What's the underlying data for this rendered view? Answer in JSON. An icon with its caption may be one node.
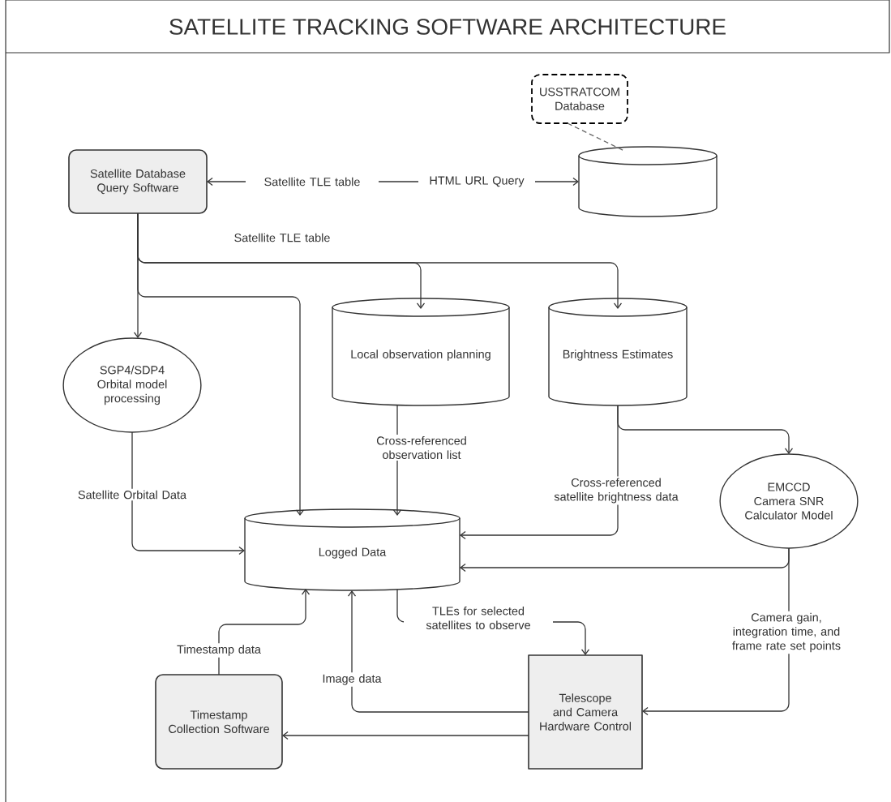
{
  "diagram": {
    "title": "SATELLITE TRACKING SOFTWARE ARCHITECTURE",
    "nodes": [
      {
        "text": [
          "USSTRATCOM Database"
        ]
      },
      {
        "text": [
          "Satellite Database Query Software"
        ]
      },
      {
        "text": [],
        "shape": "cylinder"
      },
      {
        "text": [
          "SGP4/SDP4 Orbital model processing"
        ]
      },
      {
        "text": [
          "Local observation planning"
        ]
      },
      {
        "text": [
          "Brightness Estimates"
        ]
      },
      {
        "text": [
          "EMCCD Camera SNR Calculator Model"
        ]
      },
      {
        "text": [
          "Logged Data"
        ]
      },
      {
        "text": [
          "Timestamp Collection Software"
        ]
      },
      {
        "text": [
          "Telescope and Camera Hardware Control"
        ]
      }
    ],
    "edges": [
      {
        "from": 0,
        "to": 2,
        "arrow": "none",
        "style": "dashed",
        "color": "#666666"
      },
      {
        "from": 1,
        "to": 2,
        "arrow": "both",
        "label": "HTML URL Query"
      },
      {
        "from": 1,
        "to": 3,
        "arrow": "to"
      },
      {
        "from": 1,
        "to": 7,
        "arrow": "to"
      },
      {
        "from": 1,
        "to": 4,
        "arrow": "to",
        "label": "Satellite TLE table"
      },
      {
        "from": 1,
        "to": 5,
        "arrow": "to"
      },
      {
        "from": 3,
        "to": 7,
        "arrow": "to",
        "label": "Satellite Orbital Data"
      },
      {
        "from": 4,
        "to": 7,
        "arrow": "to",
        "label": "Cross-referenced observation list"
      },
      {
        "from": 5,
        "to": 7,
        "arrow": "to",
        "label": "Cross-referenced satellite brightness data"
      },
      {
        "from": 5,
        "to": 6,
        "arrow": "to"
      },
      {
        "from": 6,
        "to": 7,
        "arrow": "to"
      },
      {
        "from": 6,
        "to": 9,
        "arrow": "to",
        "label": "Camera gain, integration time, and frame rate set points"
      },
      {
        "from": 7,
        "to": 9,
        "arrow": "to",
        "label": "TLEs for selected satellites to observe"
      },
      {
        "from": 8,
        "to": 7,
        "arrow": "to",
        "label": "Timestamp data"
      },
      {
        "from": 9,
        "to": 7,
        "arrow": "to",
        "label": "Image data"
      },
      {
        "from": 9,
        "to": 8,
        "arrow": "to"
      }
    ],
    "labels": [
      "Satellite TLE table"
    ]
  }
}
